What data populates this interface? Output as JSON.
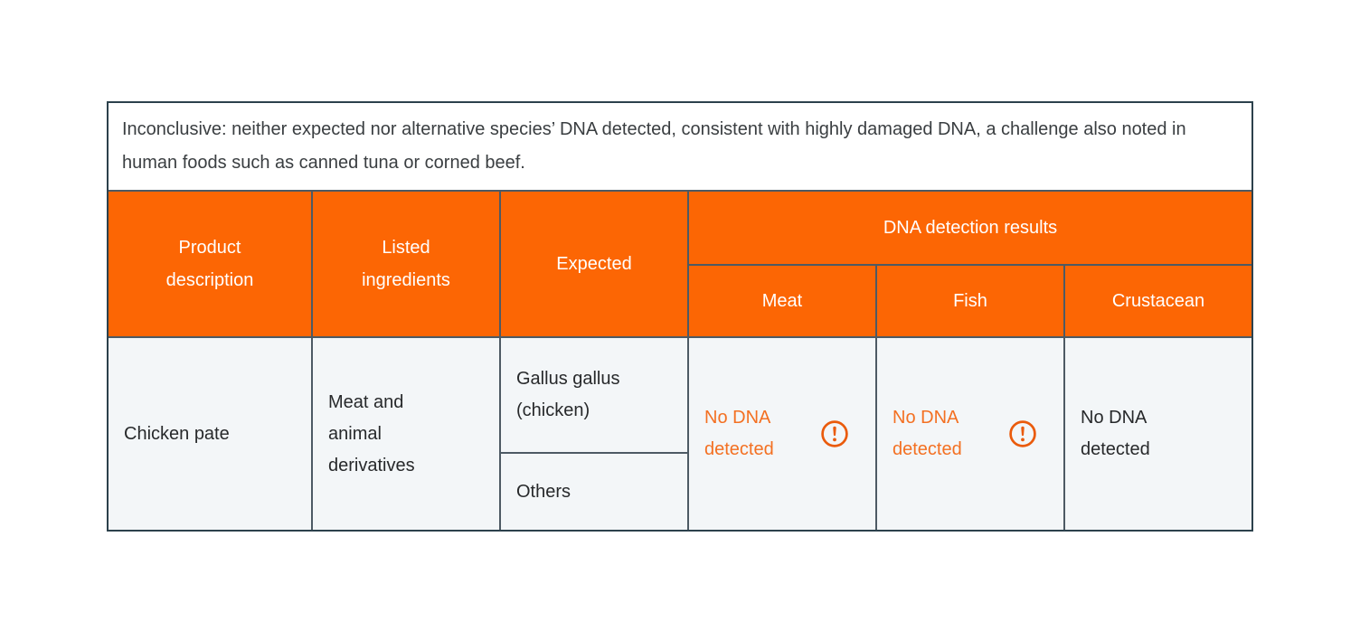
{
  "note": {
    "text": "Inconclusive: neither expected nor alternative species’ DNA detected, consistent with highly damaged DNA, a challenge also noted in human foods such as canned tuna or corned beef."
  },
  "table": {
    "headers": {
      "product_description": "Product description",
      "listed_ingredients": "Listed ingredients",
      "expected": "Expected",
      "dna_detection_results": "DNA detection results",
      "meat": "Meat",
      "fish": "Fish",
      "crustacean": "Crustacean"
    },
    "row": {
      "product_description": "Chicken pate",
      "listed_ingredients": "Meat and animal derivatives",
      "expected_species": "Gallus gallus (chicken)",
      "expected_other": "Others",
      "results": {
        "meat": {
          "text": "No DNA detected",
          "status": "inconclusive-warning",
          "icon": "alert-circle-icon"
        },
        "fish": {
          "text": "No DNA detected",
          "status": "inconclusive-warning",
          "icon": "alert-circle-icon"
        },
        "crustacean": {
          "text": "No DNA detected",
          "status": "plain"
        }
      }
    }
  },
  "colors": {
    "header_bg": "#FC6604",
    "warning_text": "#F37022",
    "warning_icon": "#EA5B0C",
    "border_inner": "#4D5A64",
    "border_outer": "#2C414C",
    "cell_bg": "#F3F6F8",
    "body_text": "#27292B",
    "header_text": "#FFFFFF"
  }
}
